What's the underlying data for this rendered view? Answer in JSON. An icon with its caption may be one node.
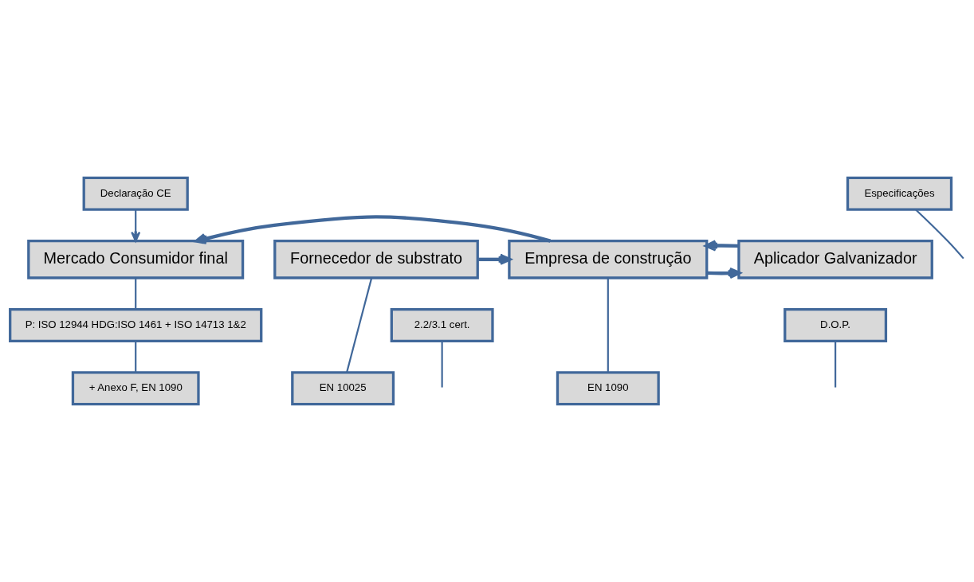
{
  "diagram": {
    "nodes": [
      {
        "text": [
          "Declaração CE"
        ]
      },
      {
        "text": [
          "Especificações"
        ]
      },
      {
        "text": [
          "Fornecedor de substrato"
        ]
      },
      {
        "text": [
          "Empresa de construção"
        ]
      },
      {
        "text": [
          "Aplicador Galvanizador"
        ]
      },
      {
        "text": [
          "Mercado Consumidor final"
        ]
      },
      {
        "text": [
          "2.2/3.1 cert."
        ]
      },
      {
        "text": [
          "D.O.P."
        ]
      },
      {
        "text": [
          "P: ISO 12944 HDG:ISO 1461 + ISO 14713 1&2"
        ]
      },
      {
        "text": [
          "EN 10025"
        ]
      },
      {
        "text": [
          "EN 1090"
        ]
      },
      {
        "text": [
          "+ Anexo F, EN 1090"
        ]
      }
    ],
    "edges": [
      {
        "from": 0,
        "to": 5,
        "arrow": "to"
      },
      {
        "from": 3,
        "to": 5,
        "arrow": "to",
        "style": "thick"
      },
      {
        "from": 2,
        "to": 3,
        "arrow": "to",
        "style": "thick"
      },
      {
        "from": 6,
        "to": null,
        "arrow": "none"
      },
      {
        "from": 3,
        "to": 4,
        "arrow": "to",
        "style": "thick"
      },
      {
        "from": 1,
        "to": null,
        "arrow": "none"
      },
      {
        "from": 4,
        "to": 3,
        "arrow": "to",
        "style": "thick"
      },
      {
        "from": 7,
        "to": null,
        "arrow": "none"
      },
      {
        "from": 2,
        "to": 9,
        "arrow": "none"
      },
      {
        "from": 3,
        "to": 10,
        "arrow": "none"
      },
      {
        "from": 5,
        "to": 8,
        "arrow": "none"
      },
      {
        "from": 8,
        "to": 11,
        "arrow": "none"
      }
    ]
  }
}
